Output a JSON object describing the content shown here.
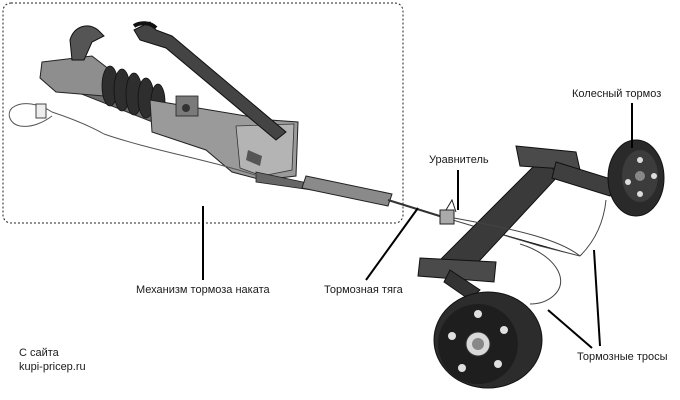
{
  "labels": {
    "mechanism": "Механизм тормоза наката",
    "brake_rod": "Тормозная тяга",
    "equalizer": "Уравнитель",
    "wheel_brake": "Колесный тормоз",
    "brake_cables": "Тормозные тросы"
  },
  "source": {
    "line1": "С сайта",
    "line2": "kupi-pricep.ru"
  }
}
